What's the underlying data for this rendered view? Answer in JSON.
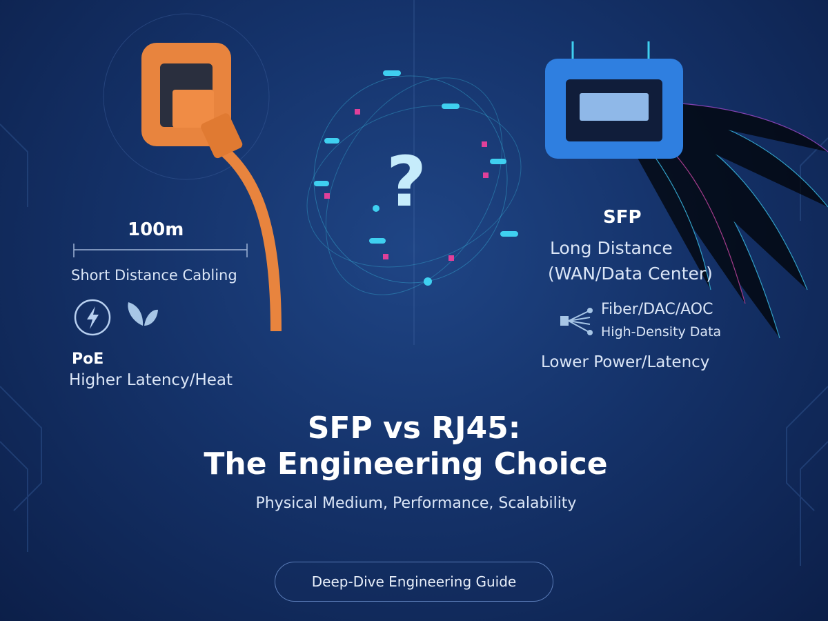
{
  "left": {
    "distance": "100m",
    "distance_caption": "Short Distance Cabling",
    "poe": "PoE",
    "latency": "Higher Latency/Heat"
  },
  "right": {
    "title": "SFP",
    "distance_line1": "Long Distance",
    "distance_line2": "(WAN/Data Center)",
    "media": "Fiber/DAC/AOC",
    "density": "High-Density Data",
    "power": "Lower Power/Latency"
  },
  "center": {
    "symbol": "?"
  },
  "headline": {
    "line1": "SFP vs RJ45:",
    "line2": "The Engineering Choice",
    "subtitle": "Physical Medium, Performance, Scalability"
  },
  "cta": {
    "label": "Deep-Dive Engineering Guide"
  },
  "colors": {
    "background": "#15336b",
    "copper": "#e8843e",
    "sfp_blue": "#2f7fe0",
    "cyan": "#3fd0f0",
    "magenta": "#e0409a"
  }
}
